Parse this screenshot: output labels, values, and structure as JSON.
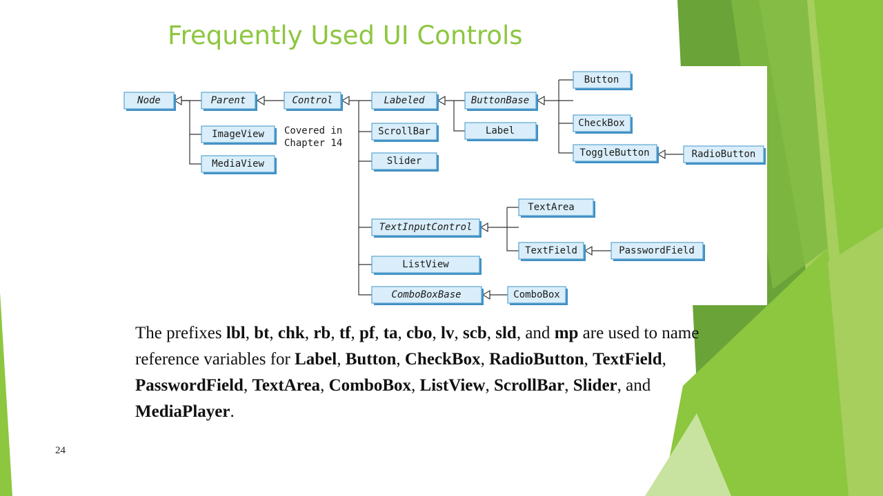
{
  "slide": {
    "title": "Frequently Used UI Controls",
    "page_number": "24"
  },
  "diagram": {
    "classes": {
      "node": "Node",
      "parent": "Parent",
      "control": "Control",
      "labeled": "Labeled",
      "button_base": "ButtonBase",
      "button": "Button",
      "check_box": "CheckBox",
      "toggle_button": "ToggleButton",
      "radio_button": "RadioButton",
      "label": "Label",
      "image_view": "ImageView",
      "media_view": "MediaView",
      "scroll_bar": "ScrollBar",
      "slider": "Slider",
      "text_input_control": "TextInputControl",
      "text_area": "TextArea",
      "text_field": "TextField",
      "password_field": "PasswordField",
      "list_view": "ListView",
      "combo_box_base": "ComboBoxBase",
      "combo_box": "ComboBox"
    },
    "note": [
      "Covered in",
      "Chapter 14"
    ]
  },
  "body": {
    "runs": [
      {
        "t": "The prefixes ",
        "b": false
      },
      {
        "t": "lbl",
        "b": true
      },
      {
        "t": ", ",
        "b": false
      },
      {
        "t": "bt",
        "b": true
      },
      {
        "t": ", ",
        "b": false
      },
      {
        "t": "chk",
        "b": true
      },
      {
        "t": ", ",
        "b": false
      },
      {
        "t": "rb",
        "b": true
      },
      {
        "t": ", ",
        "b": false
      },
      {
        "t": "tf",
        "b": true
      },
      {
        "t": ", ",
        "b": false
      },
      {
        "t": "pf",
        "b": true
      },
      {
        "t": ", ",
        "b": false
      },
      {
        "t": "ta",
        "b": true
      },
      {
        "t": ", ",
        "b": false
      },
      {
        "t": "cbo",
        "b": true
      },
      {
        "t": ", ",
        "b": false
      },
      {
        "t": "lv",
        "b": true
      },
      {
        "t": ", ",
        "b": false
      },
      {
        "t": "scb",
        "b": true
      },
      {
        "t": ", ",
        "b": false
      },
      {
        "t": "sld",
        "b": true
      },
      {
        "t": ", and ",
        "b": false
      },
      {
        "t": "mp",
        "b": true
      },
      {
        "t": " are used to name reference variables for ",
        "b": false
      },
      {
        "t": "Label",
        "b": true
      },
      {
        "t": ", ",
        "b": false
      },
      {
        "t": "Button",
        "b": true
      },
      {
        "t": ", ",
        "b": false
      },
      {
        "t": "CheckBox",
        "b": true
      },
      {
        "t": ", ",
        "b": false
      },
      {
        "t": "RadioButton",
        "b": true
      },
      {
        "t": ", ",
        "b": false
      },
      {
        "t": "TextField",
        "b": true
      },
      {
        "t": ", ",
        "b": false
      },
      {
        "t": "PasswordField",
        "b": true
      },
      {
        "t": ", ",
        "b": false
      },
      {
        "t": "TextArea",
        "b": true
      },
      {
        "t": ", ",
        "b": false
      },
      {
        "t": "ComboBox",
        "b": true
      },
      {
        "t": ", ",
        "b": false
      },
      {
        "t": "ListView",
        "b": true
      },
      {
        "t": ", ",
        "b": false
      },
      {
        "t": "ScrollBar",
        "b": true
      },
      {
        "t": ", ",
        "b": false
      },
      {
        "t": "Slider",
        "b": true
      },
      {
        "t": ", and ",
        "b": false
      },
      {
        "t": "MediaPlayer",
        "b": true
      },
      {
        "t": ".",
        "b": false
      }
    ]
  },
  "theme": {
    "title_color": "#8dc63f",
    "accent_greens": [
      "#8dc63f",
      "#6aa338",
      "#a6cf5e",
      "#c8e3a0"
    ],
    "class_box_fill": "#d9eefa",
    "class_box_shadow": "#3f8fc4"
  }
}
